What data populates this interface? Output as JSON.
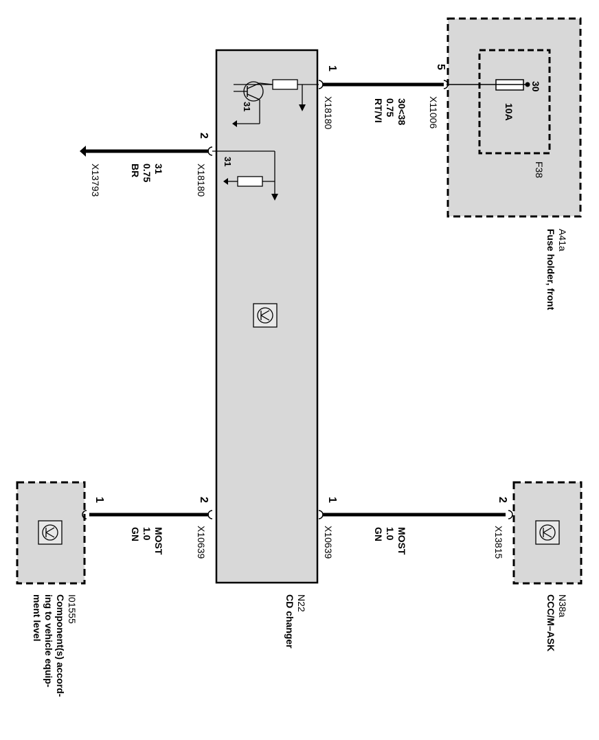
{
  "colors": {
    "box_fill": "#d8d8d8",
    "wire": "#000000",
    "background": "#ffffff"
  },
  "fuse_holder": {
    "id": "A41a",
    "name": "Fuse holder, front",
    "fuse_id": "F38",
    "fuse_rating": "10A",
    "terminal": "30",
    "pin": "5",
    "connector": "X11006"
  },
  "cd_changer": {
    "id": "N22",
    "name": "CD changer",
    "pin1": "1",
    "pin2": "2",
    "connector_power": "X18180",
    "connector_ground": "X18180",
    "internal_ground_1": "31",
    "internal_ground_2": "31",
    "most_pin1": "1",
    "most_pin2": "2",
    "connector_most_1": "X10639",
    "connector_most_2": "X10639",
    "icon": "transistor-icon"
  },
  "wire_power": {
    "label": "30<38",
    "gauge": "0.75",
    "color": "RT/VI"
  },
  "wire_ground": {
    "label": "31",
    "gauge": "0.75",
    "color": "BR",
    "ground_point": "X13793"
  },
  "wire_most_top": {
    "label": "MOST",
    "gauge": "1.0",
    "color": "GN"
  },
  "wire_most_bottom": {
    "label": "MOST",
    "gauge": "1.0",
    "color": "GN"
  },
  "ccc": {
    "id": "N38a",
    "name": "CCC/M–ASK",
    "pin": "2",
    "connector": "X13815",
    "icon": "transistor-icon"
  },
  "component": {
    "id": "I01555",
    "name_line1": "Component(s) accord-",
    "name_line2": "ing to vehicle equip-",
    "name_line3": "ment level",
    "pin": "1",
    "icon": "transistor-icon"
  }
}
